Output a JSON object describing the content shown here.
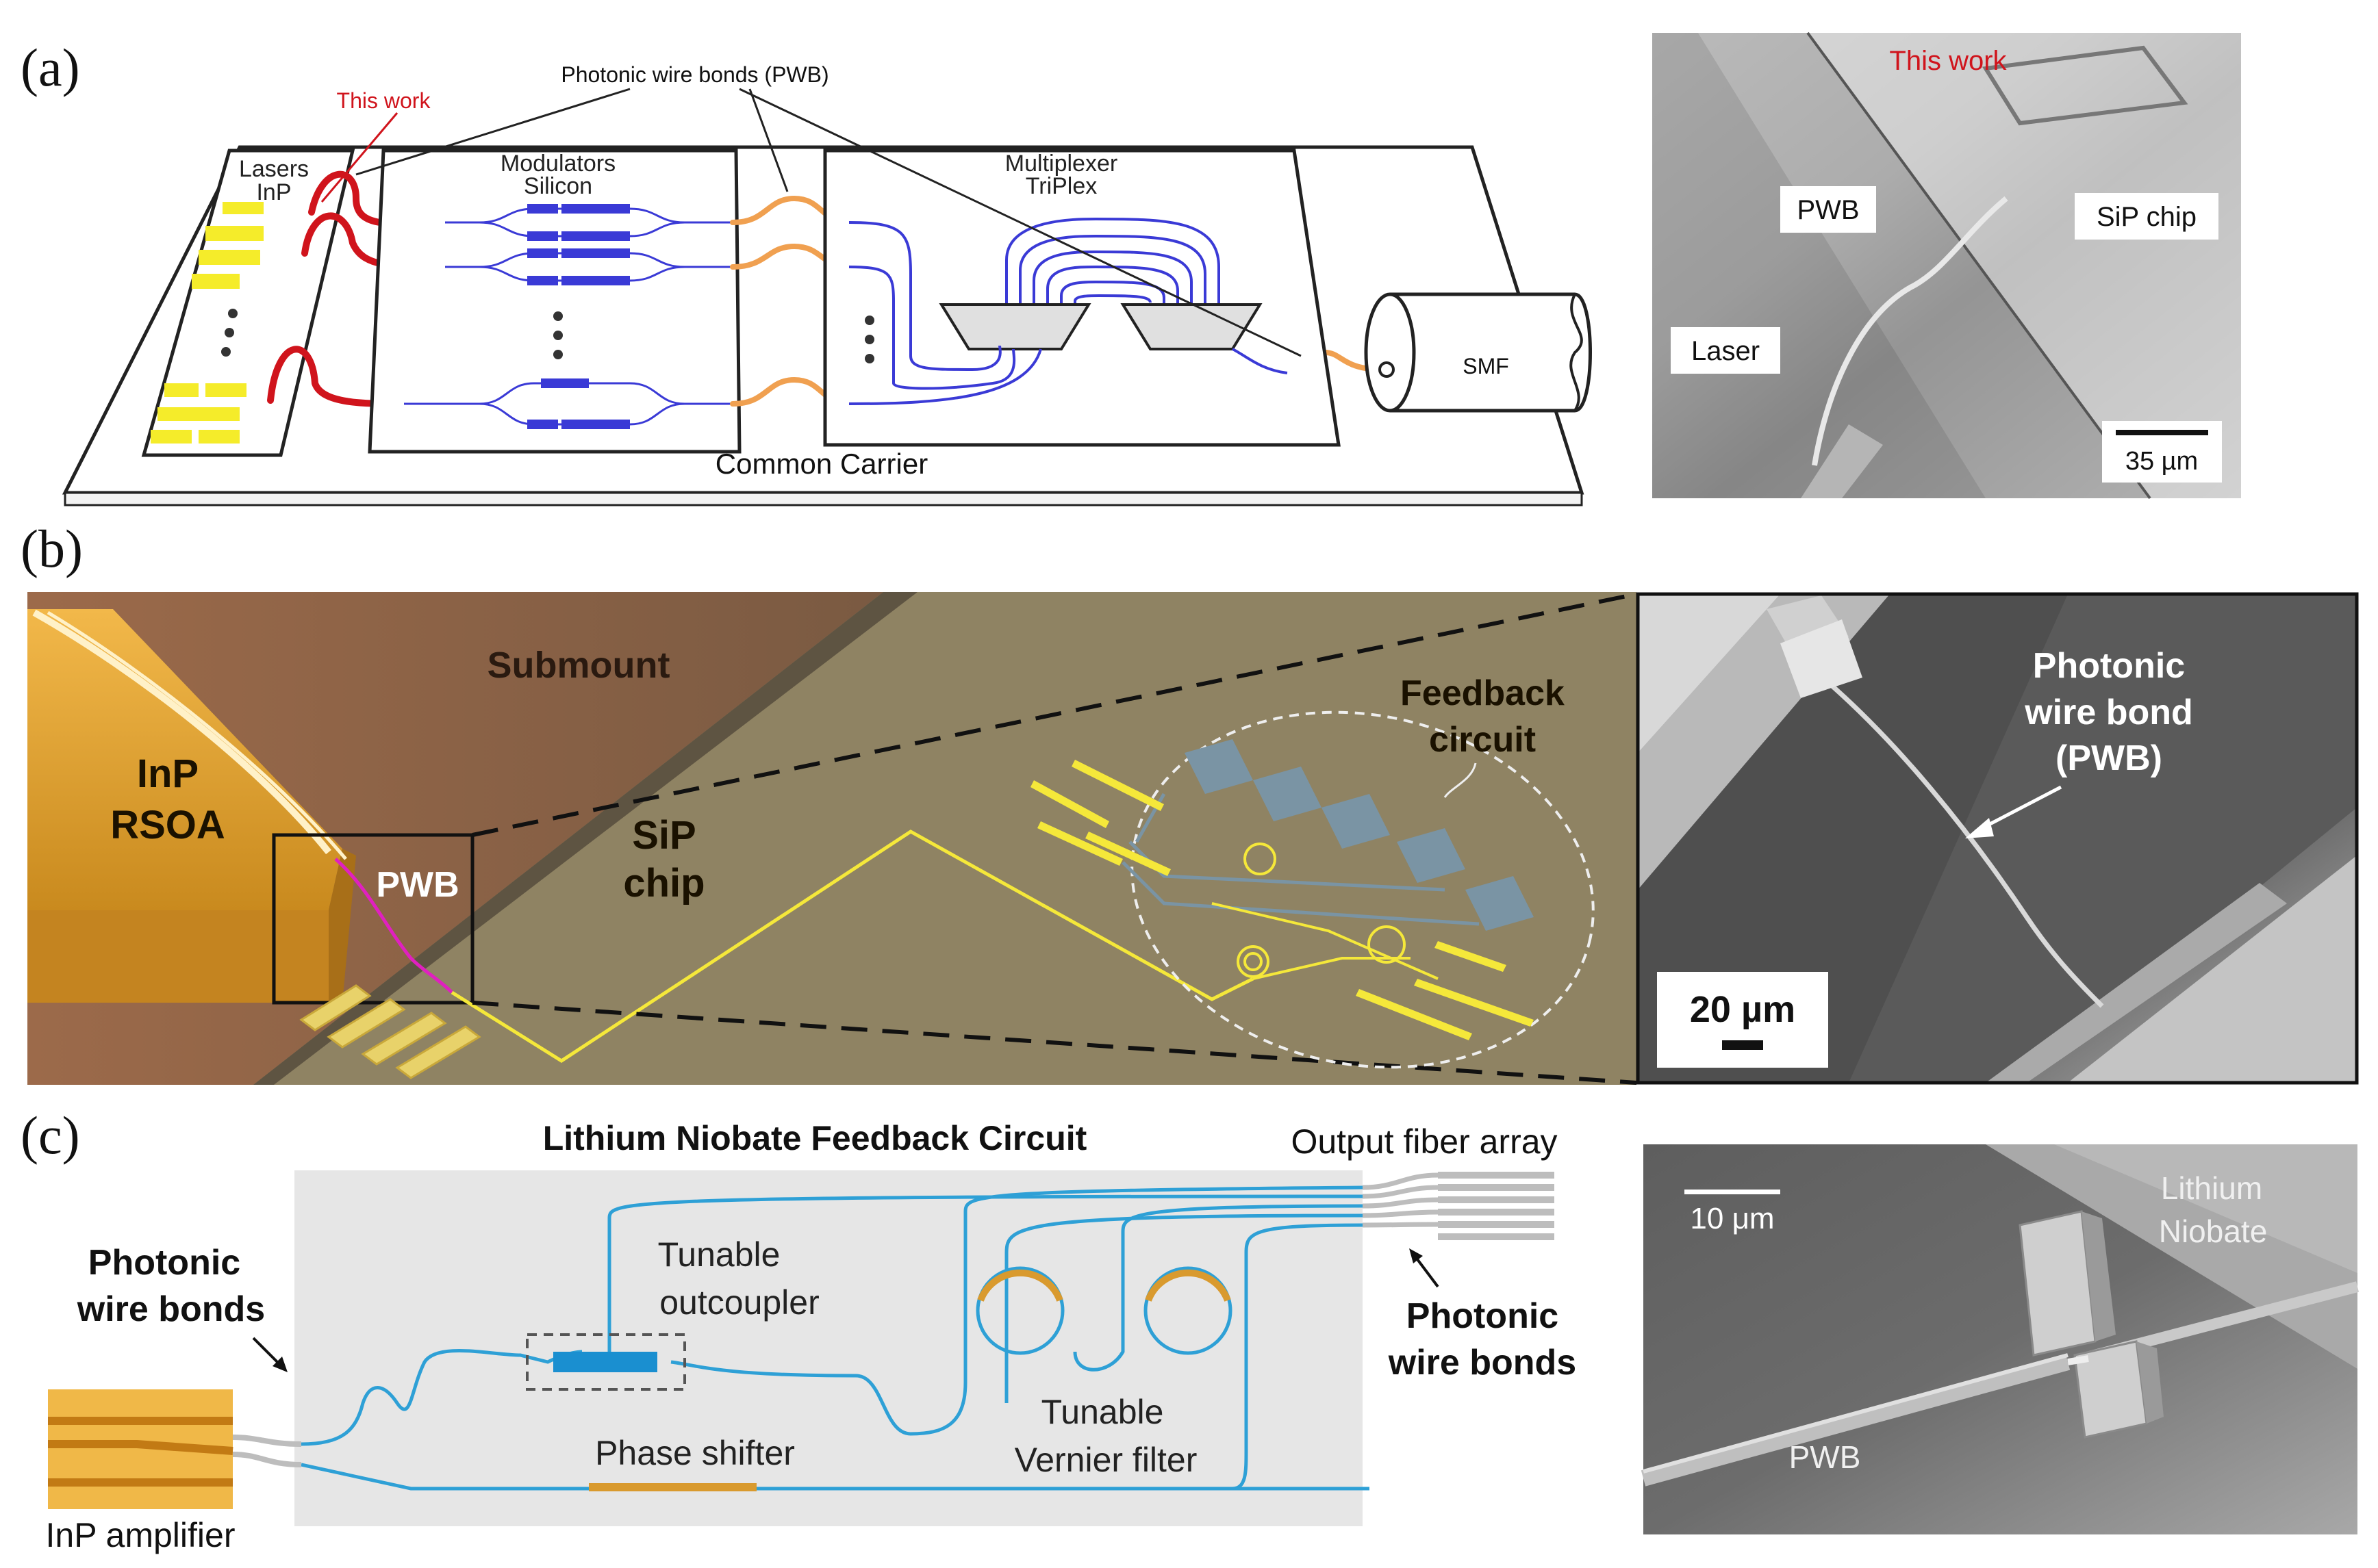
{
  "panels": {
    "a": {
      "letter": "(a)",
      "annot_this_work": "This work",
      "annot_pwb": "Photonic wire bonds (PWB)",
      "lasers_line1": "Lasers",
      "lasers_line2": "InP",
      "modulators_line1": "Modulators",
      "modulators_line2": "Silicon",
      "multiplexer_line1": "Multiplexer",
      "multiplexer_line2": "TriPlex",
      "smf": "SMF",
      "carrier": "Common Carrier",
      "sem": {
        "this_work": "This work",
        "pwb": "PWB",
        "sip_chip": "SiP chip",
        "laser": "Laser",
        "scale": "35 µm"
      }
    },
    "b": {
      "letter": "(b)",
      "submount": "Submount",
      "inp_line1": "InP",
      "inp_line2": "RSOA",
      "pwb": "PWB",
      "sip_line1": "SiP",
      "sip_line2": "chip",
      "feedback_line1": "Feedback",
      "feedback_line2": "circuit",
      "sem": {
        "line1": "Photonic",
        "line2": "wire bond",
        "line3": "(PWB)",
        "scale": "20 µm"
      }
    },
    "c": {
      "letter": "(c)",
      "title": "Lithium Niobate Feedback Circuit",
      "output_fiber": "Output fiber array",
      "pwb_left_line1": "Photonic",
      "pwb_left_line2": "wire bonds",
      "pwb_right_line1": "Photonic",
      "pwb_right_line2": "wire bonds",
      "tunable_line1": "Tunable",
      "tunable_line2": "outcoupler",
      "vernier_line1": "Tunable",
      "vernier_line2": "Vernier filter",
      "phase_shifter": "Phase shifter",
      "inp_amp": "InP amplifier",
      "sem": {
        "scale": "10 μm",
        "ln_line1": "Lithium",
        "ln_line2": "Niobate",
        "pwb": "PWB"
      }
    }
  },
  "colors": {
    "laser_red": "#d0141c",
    "pwb_orange": "#f0a050",
    "modulator_blue": "#3a3ad6",
    "chip_yellow": "#f5e83a",
    "sem_gray": "#9a9a9a",
    "render_olive": "#8f8363",
    "inp_gold": "#e2a93a",
    "ln_blue": "#2ea0d6",
    "heater_orange": "#d99a2e"
  }
}
